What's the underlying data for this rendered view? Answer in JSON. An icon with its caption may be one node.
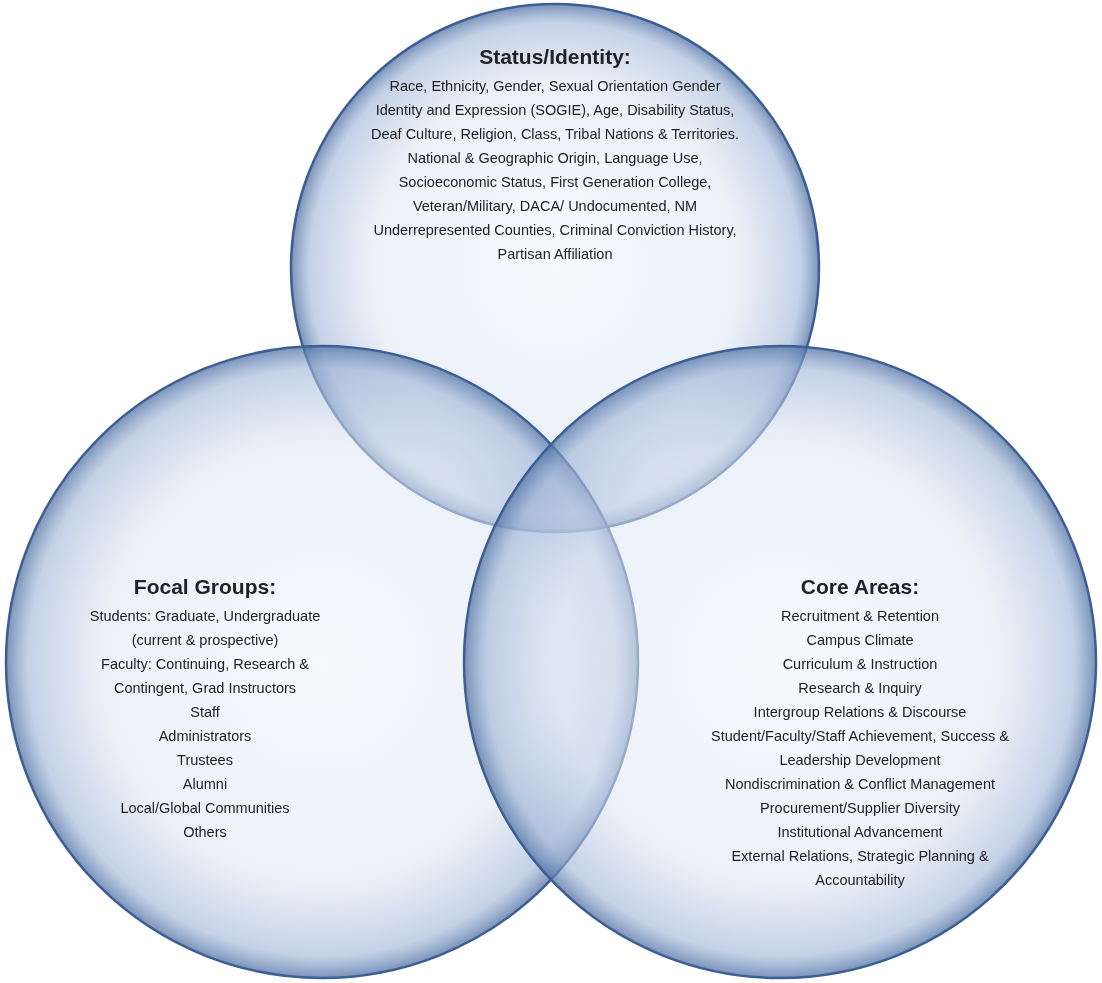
{
  "diagram": {
    "nodes": [
      {
        "text": [
          "Status/Identity:",
          "Race, Ethnicity, Gender, Sexual Orientation Gender Identity and Expression (SOGIE), Age, Disability Status, Deaf Culture, Religion, Class, Tribal Nations & Territories. National & Geographic Origin, Language Use, Socioeconomic Status, First Generation College, Veteran/Military, DACA/ Undocumented, NM Underrepresented Counties, Criminal Conviction History, Partisan Affiliation"
        ]
      },
      {
        "text": [
          "Focal Groups:",
          "Students: Graduate, Undergraduate (current & prospective)",
          "Faculty: Continuing, Research & Contingent, Grad Instructors",
          "Staff",
          "Administrators",
          "Trustees",
          "Alumni",
          "Local/Global Communities",
          "Others"
        ]
      },
      {
        "text": [
          "Core Areas:",
          "Recruitment & Retention",
          "Campus Climate",
          "Curriculum & Instruction",
          "Research & Inquiry",
          "Intergroup Relations & Discourse",
          "Student/Faculty/Staff Achievement, Success & Leadership Development",
          "Nondiscrimination & Conflict Management",
          "Procurement/Supplier Diversity",
          "Institutional Advancement",
          "External Relations, Strategic Planning & Accountability"
        ]
      }
    ],
    "edges": []
  }
}
